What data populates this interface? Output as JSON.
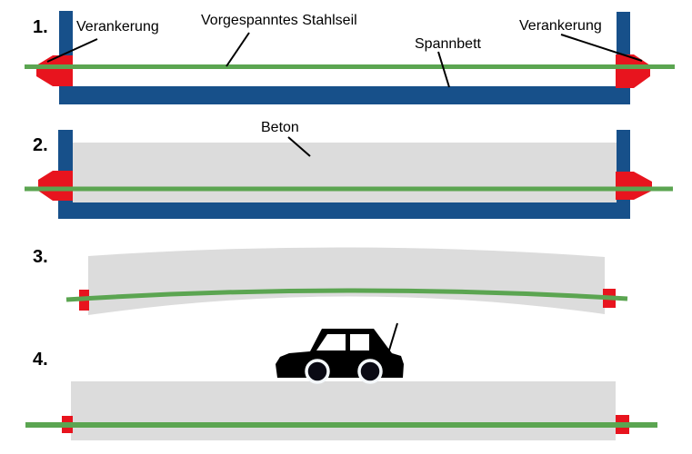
{
  "diagram": {
    "steps": [
      {
        "number": "1."
      },
      {
        "number": "2."
      },
      {
        "number": "3."
      },
      {
        "number": "4."
      }
    ],
    "labels": {
      "verankerung_left": "Verankerung",
      "stahlseil": "Vorgespanntes Stahlseil",
      "spannbett": "Spannbett",
      "verankerung_right": "Verankerung",
      "beton": "Beton"
    },
    "colors": {
      "steel_blue": "#17508a",
      "cable_green": "#5ba551",
      "anchor_red": "#e8141e",
      "concrete_gray": "#dcdcdc",
      "annotation_black": "#000000",
      "car_black": "#000000"
    },
    "icons": {
      "car": "car-side-silhouette"
    }
  }
}
